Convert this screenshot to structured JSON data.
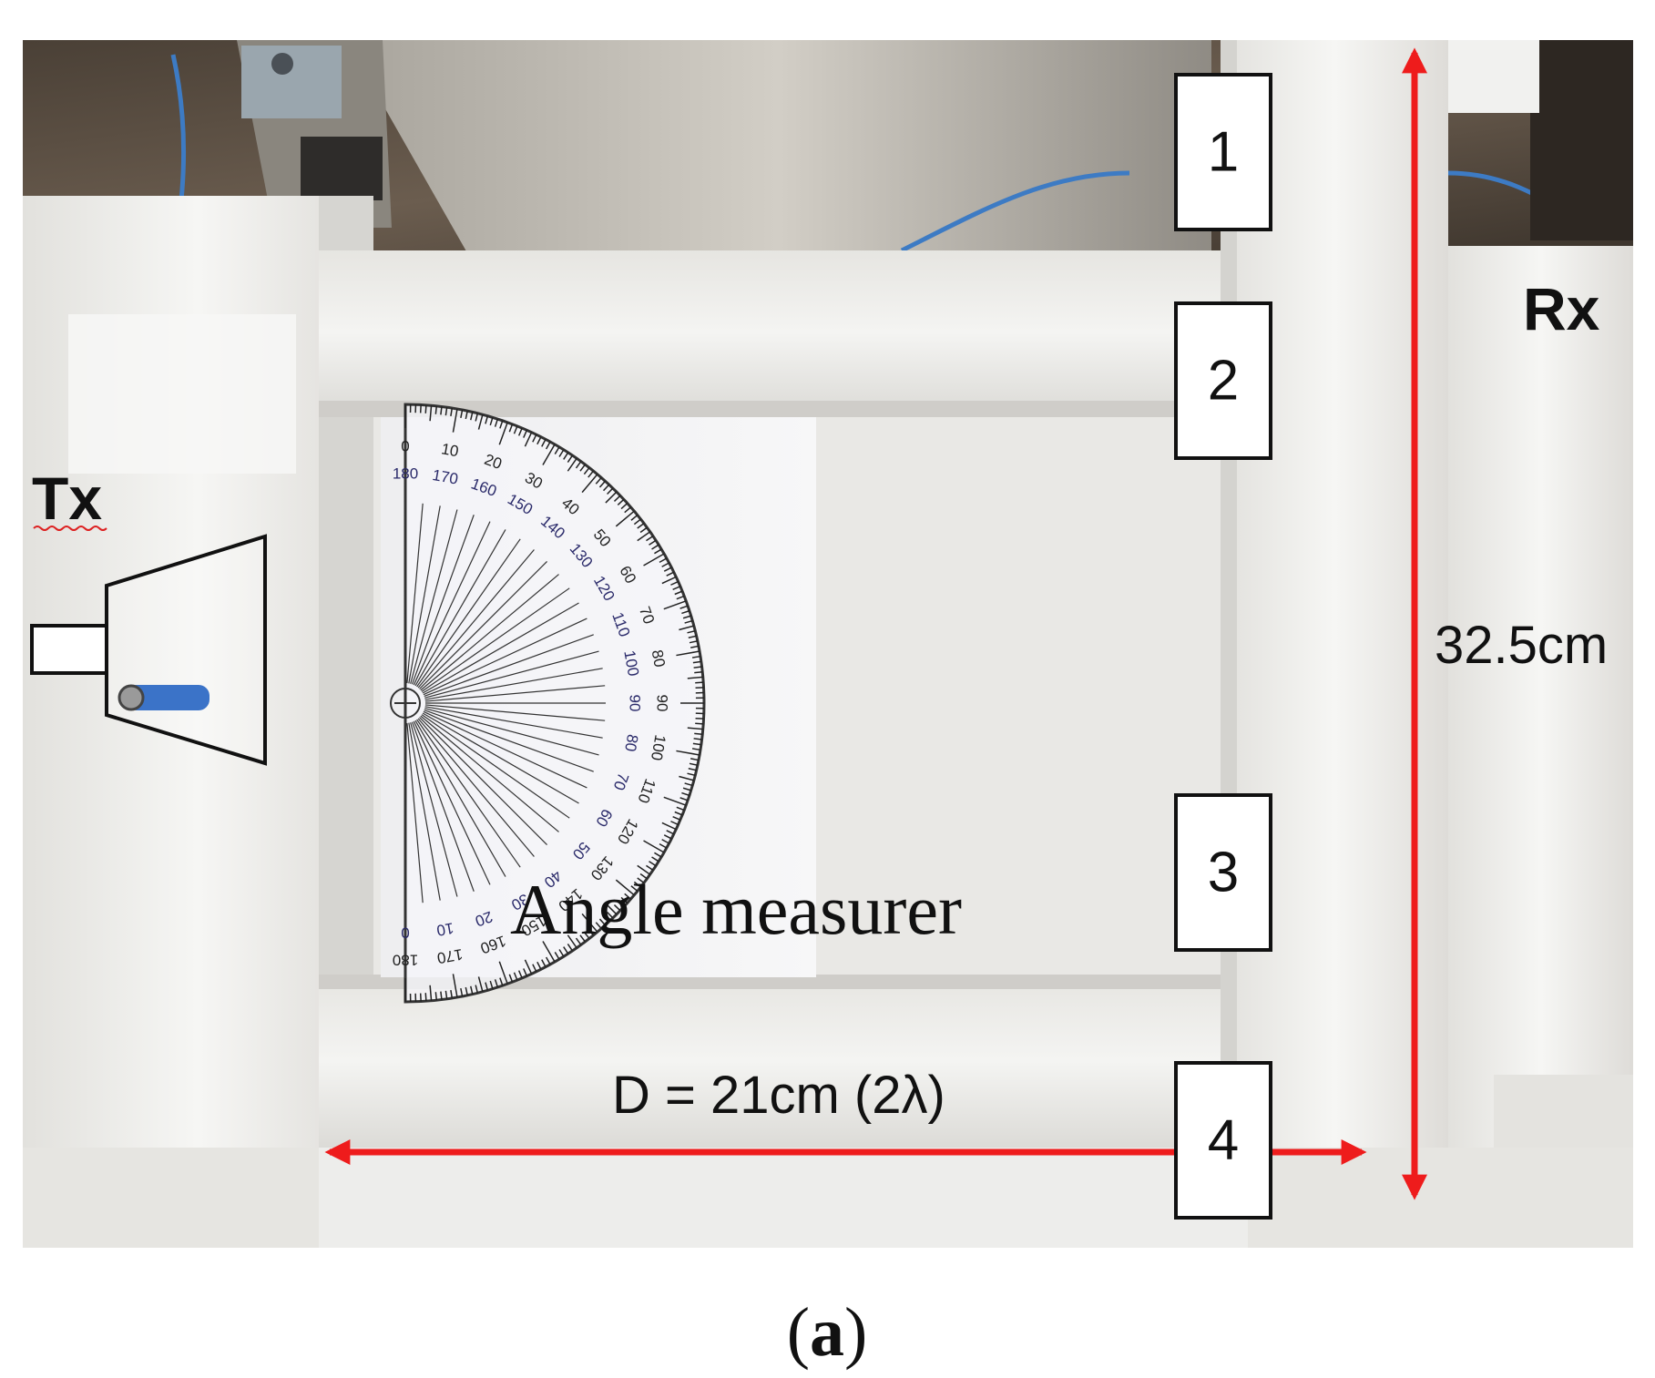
{
  "labels": {
    "tx": "Tx",
    "rx": "Rx",
    "height": "32.5cm",
    "distance": "D = 21cm (2λ)",
    "angle_measurer": "Angle measurer",
    "caption_open": "(",
    "caption_letter": "a",
    "caption_close": ")"
  },
  "positions": [
    {
      "label": "1"
    },
    {
      "label": "2"
    },
    {
      "label": "3"
    },
    {
      "label": "4"
    }
  ],
  "protractor": {
    "outer_ticks": [
      "0",
      "10",
      "20",
      "30",
      "40",
      "50",
      "60",
      "70",
      "80",
      "90",
      "100",
      "110",
      "120",
      "130",
      "140",
      "150",
      "160",
      "170",
      "180"
    ],
    "inner_ticks": [
      "180",
      "170",
      "160",
      "150",
      "140",
      "130",
      "120",
      "110",
      "100",
      "90",
      "80",
      "70",
      "60",
      "50",
      "40",
      "30",
      "20",
      "10",
      "0"
    ]
  },
  "colors": {
    "arrow": "#ee1c1c",
    "foam": "#f1f1f0",
    "foam_shadow": "#d9d8d4",
    "floor": "#5a4e42",
    "protractor_ink": "#2a2a6a",
    "cable": "#3d7bc4"
  }
}
